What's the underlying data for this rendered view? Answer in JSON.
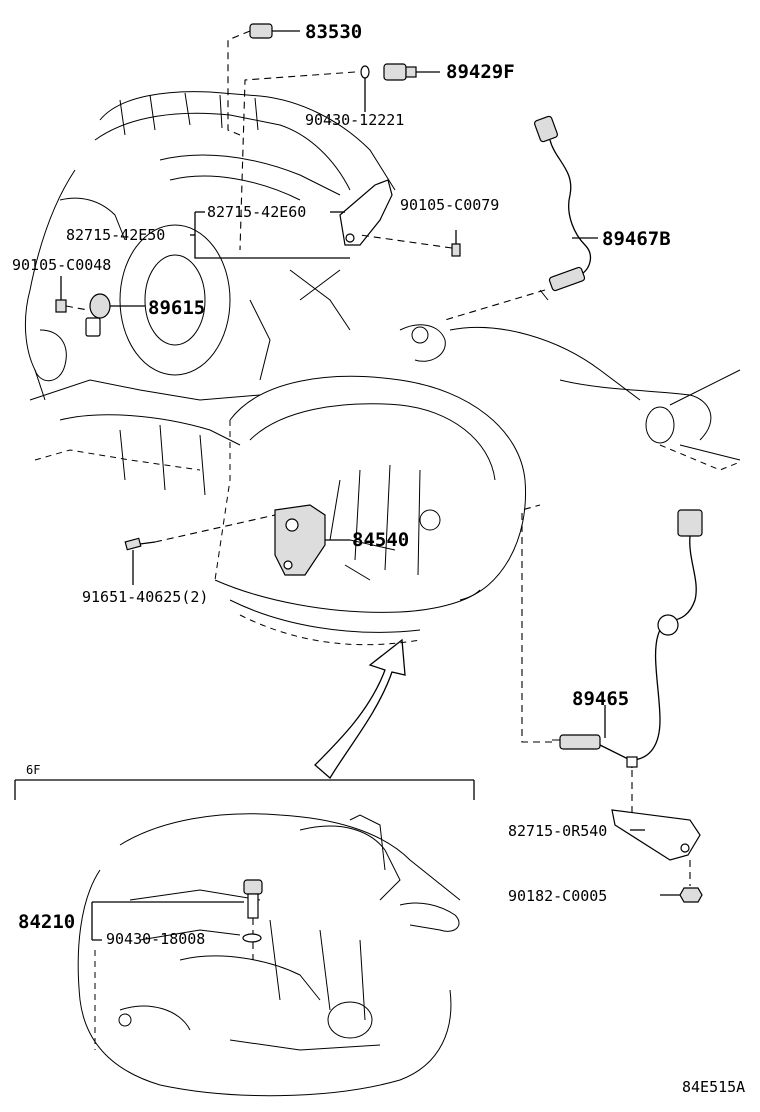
{
  "parts": {
    "p83530": "83530",
    "p89429F": "89429F",
    "p90430_12221": "90430-12221",
    "p90105_C0079": "90105-C0079",
    "p82715_42E60": "82715-42E60",
    "p82715_42E50": "82715-42E50",
    "p89467B": "89467B",
    "p90105_C0048": "90105-C0048",
    "p89615": "89615",
    "p84540": "84540",
    "p91651_40625": "91651-40625(2)",
    "p89465": "89465",
    "p82715_0R540": "82715-0R540",
    "p90182_C0005": "90182-C0005",
    "p84210": "84210",
    "p90430_18008": "90430-18008"
  },
  "inset": {
    "label": "6F"
  },
  "diagram_code": "84E515A"
}
